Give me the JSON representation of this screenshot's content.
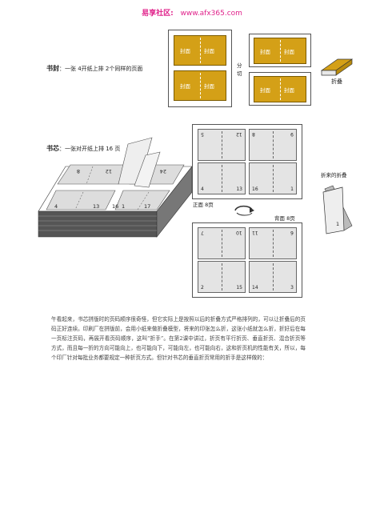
{
  "header": {
    "brand": "易享社区:",
    "url": "www.afx365.com"
  },
  "cover_section": {
    "title": "书封",
    "desc": "：一张 4开纸上排 2个同样的页面",
    "cover_word": "封面",
    "cut": [
      "分",
      "切"
    ],
    "fold": "折叠"
  },
  "core_section": {
    "title": "书芯",
    "desc": "：一张对开纸上排 16 页",
    "front": "正面 8页",
    "back": "背面 8页",
    "folded": "折来的折叠"
  },
  "stack_numbers": {
    "tl": [
      "8",
      "12"
    ],
    "tr": [
      "24"
    ],
    "bl": [
      "4",
      "13"
    ],
    "bm": [
      "16",
      "1"
    ],
    "br": [
      "17"
    ]
  },
  "front_pages": {
    "top": [
      "5",
      "12",
      "9",
      "8"
    ],
    "bottom": [
      "4",
      "13",
      "16",
      "1"
    ]
  },
  "back_pages": {
    "top": [
      "7",
      "10",
      "11",
      "6"
    ],
    "bottom": [
      "2",
      "15",
      "14",
      "3"
    ]
  },
  "folded_number": "1",
  "paragraph": "午看起来，书芯拼版时的页码顺序很奇怪，但它实际上是按照以后的折叠方式严格排列的，可以让折叠后的页码正好连续。印刷厂在拼版前，会用小纸来做折叠模型，将来的印张怎么折，这张小纸就怎么折，折好后在每一页标注页码，再展开看页码顺序，这叫“折手”。在第2课中讲过，折页有平行折页、垂直折页、混合折页等方式，而且每一折的方向可能向上，也可能向下，可能向左，也可能向右，这和折页机的性能有关，所以，每个印厂针对每批业务都要规定一种折页方式。但针对书芯的垂直折页常用的折手是这样做的："
}
